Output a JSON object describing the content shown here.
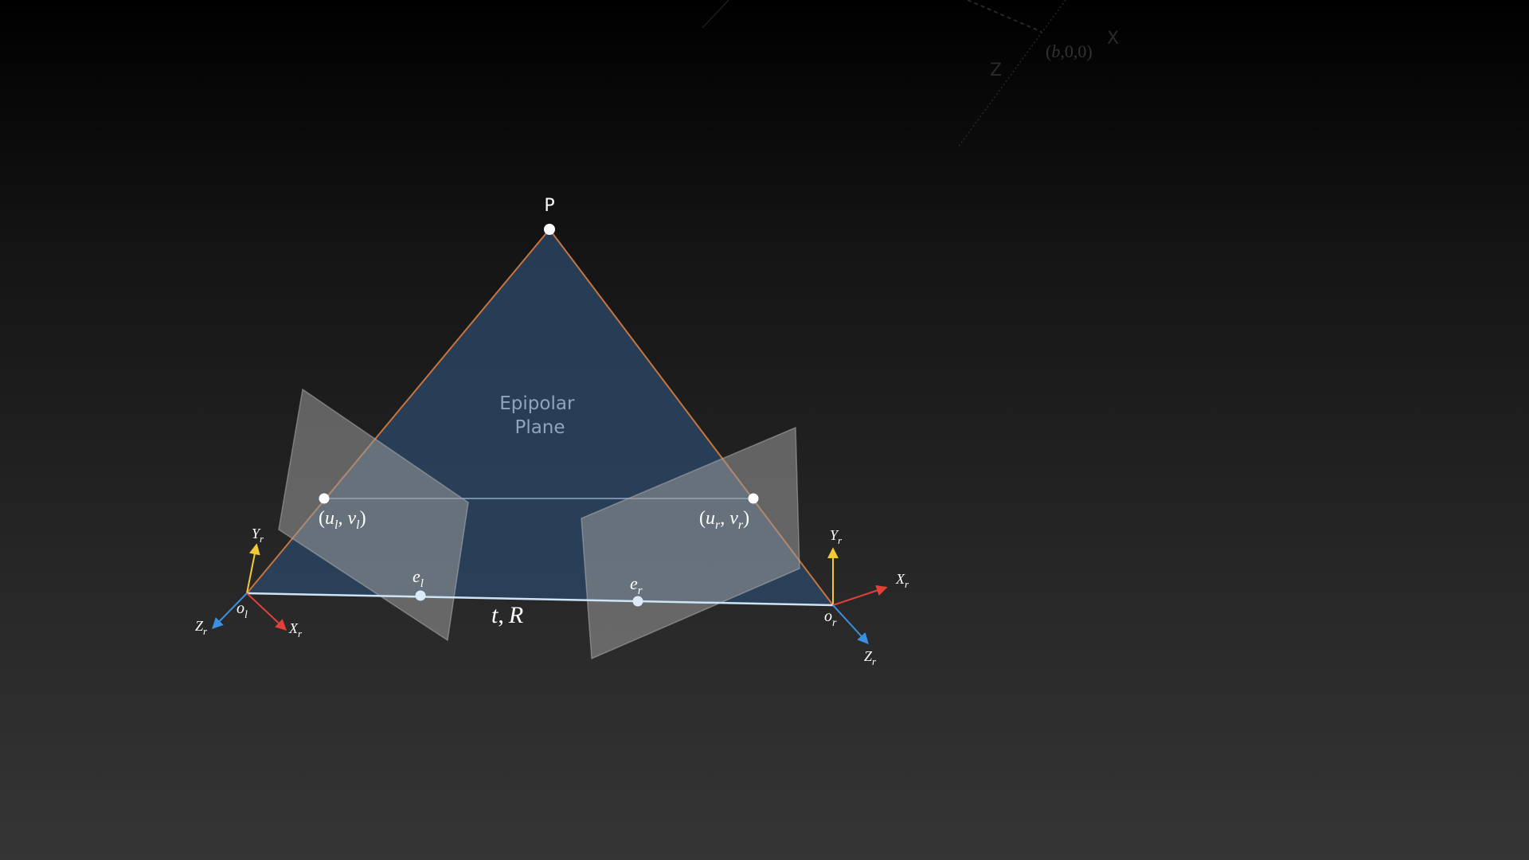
{
  "diagram": {
    "point_label": "P",
    "plane_label_line1": "Epipolar",
    "plane_label_line2": "Plane",
    "baseline_label_t": "t",
    "baseline_label_sep": ",",
    "baseline_label_R": "R",
    "left_point": {
      "u": "u",
      "u_sub": "l",
      "sep": ", ",
      "v": "v",
      "v_sub": "l"
    },
    "right_point": {
      "u": "u",
      "u_sub": "r",
      "sep": ", ",
      "v": "v",
      "v_sub": "r"
    },
    "left_epipole": {
      "main": "e",
      "sub": "l"
    },
    "right_epipole": {
      "main": "e",
      "sub": "r"
    },
    "left_origin": {
      "main": "o",
      "sub": "l"
    },
    "right_origin": {
      "main": "o",
      "sub": "r"
    },
    "left_axes": {
      "y": {
        "main": "Y",
        "sub": "r"
      },
      "x": {
        "main": "X",
        "sub": "r"
      },
      "z": {
        "main": "Z",
        "sub": "r"
      }
    },
    "right_axes": {
      "y": {
        "main": "Y",
        "sub": "r"
      },
      "x": {
        "main": "X",
        "sub": "r"
      },
      "z": {
        "main": "Z",
        "sub": "r"
      }
    },
    "faded": {
      "x_label": "X",
      "z_label": "Z",
      "coord_open": "(",
      "coord_b": "b",
      "coord_rest": ",0,0)"
    },
    "colors": {
      "plane": "#2b4563",
      "ray": "#c8743e",
      "baseline": "#cfe3f7",
      "image_plane": "#8e8e8e",
      "axis_x": "#e0413a",
      "axis_y": "#f2c83a",
      "axis_z": "#3d8fe0",
      "point": "#ffffff"
    }
  }
}
